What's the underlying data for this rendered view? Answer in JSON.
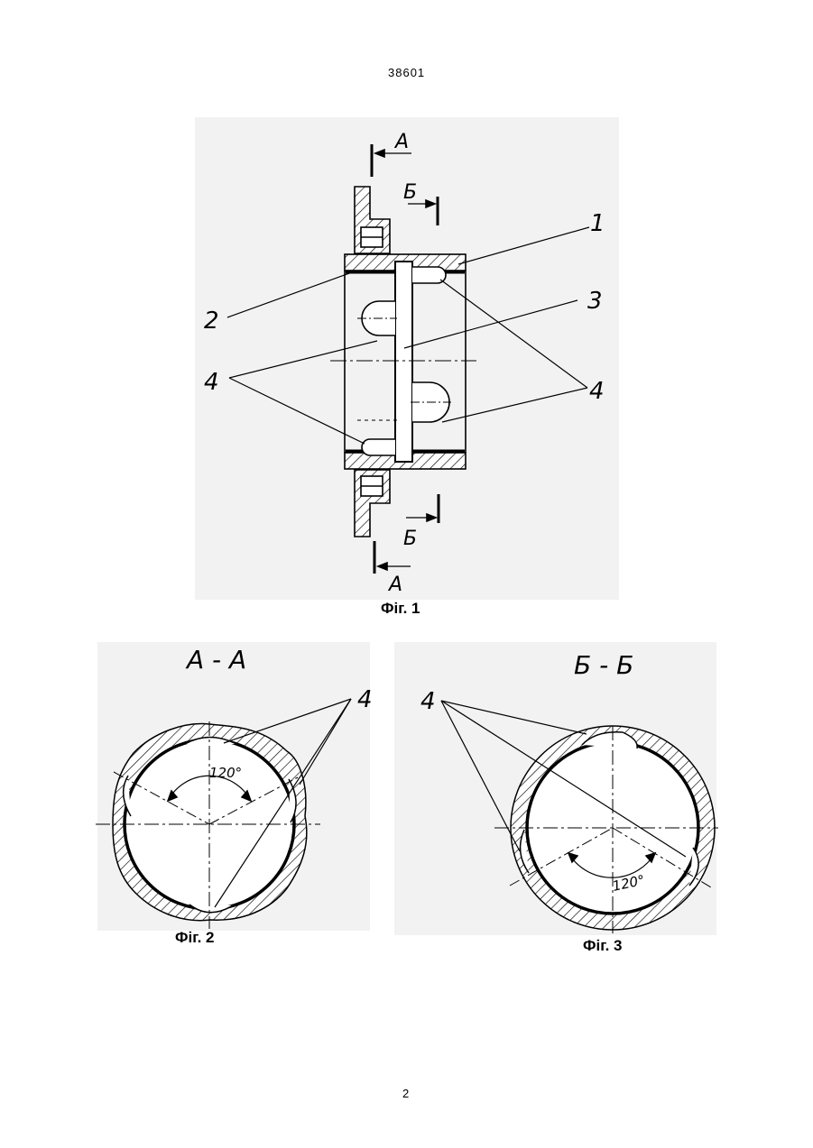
{
  "page": {
    "patent_number": "38601",
    "page_number": "2"
  },
  "figures": [
    {
      "caption": "Фіг. 1",
      "section_marks": [
        "A",
        "A",
        "Б",
        "Б"
      ],
      "part_labels": [
        "1",
        "2",
        "3",
        "4",
        "4"
      ]
    },
    {
      "caption": "Фіг. 2",
      "section_title": "A - A",
      "part_label": "4",
      "angle_label": "120°"
    },
    {
      "caption": "Фіг. 3",
      "section_title": "Б - Б",
      "part_label": "4",
      "angle_label": "120°"
    }
  ]
}
